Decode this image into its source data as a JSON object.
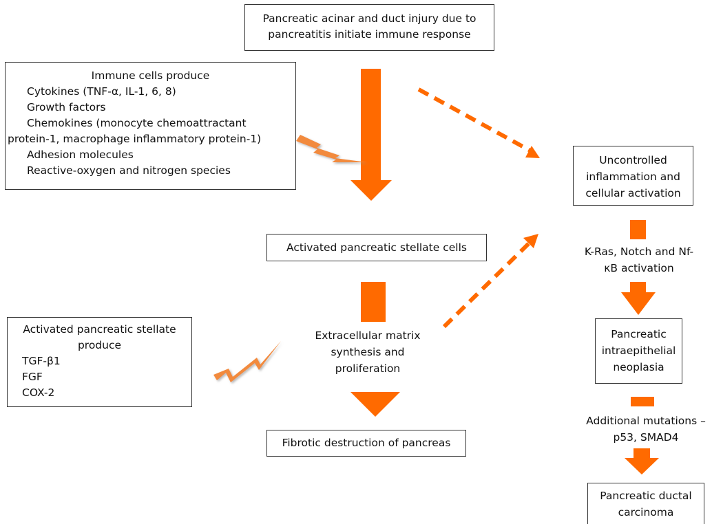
{
  "colors": {
    "arrow": "#ff6a00",
    "bolt": "#f28a3c",
    "border": "#333333"
  },
  "boxes": {
    "injury": [
      "Pancreatic acinar and duct injury due to",
      "pancreatitis initiate immune response"
    ],
    "immune": {
      "title": "Immune cells produce",
      "items": [
        "Cytokines (TNF-α, IL-1, 6, 8)",
        "Growth factors",
        "Chemokines (monocyte chemoattractant",
        "protein-1, macrophage inflammatory protein-1)",
        "Adhesion molecules",
        "Reactive-oxygen and nitrogen species"
      ]
    },
    "uncontrolled": [
      "Uncontrolled",
      "inflammation and",
      "cellular activation"
    ],
    "activated_psc": "Activated pancreatic stellate cells",
    "psc_produce": {
      "title": [
        "Activated pancreatic stellate",
        "produce"
      ],
      "items": [
        "TGF-β1",
        "FGF",
        "COX-2"
      ]
    },
    "pin": [
      "Pancreatic",
      "intraepithelial",
      "neoplasia"
    ],
    "fibrotic": "Fibrotic destruction of pancreas",
    "pdac": [
      "Pancreatic ductal",
      "carcinoma"
    ]
  },
  "labels": {
    "ecm": [
      "Extracellular matrix",
      "synthesis and",
      "proliferation"
    ],
    "kras": [
      "K-Ras, Notch and Nf-",
      "κB activation"
    ],
    "mutations": [
      "Additional mutations –",
      "p53, SMAD4"
    ]
  },
  "icons": {
    "bolt_upper": "lightning-bolt-icon",
    "bolt_lower": "lightning-bolt-icon"
  }
}
